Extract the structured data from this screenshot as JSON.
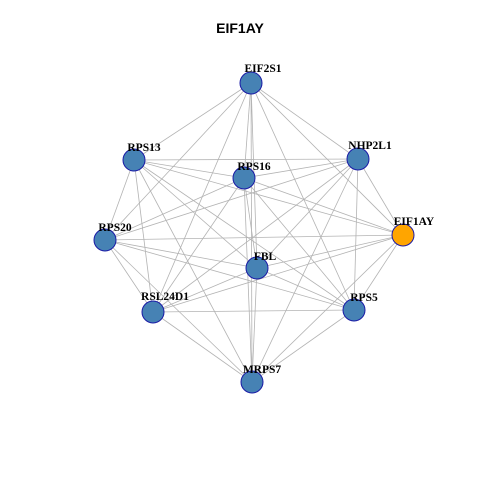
{
  "title": "EIF1AY",
  "colors": {
    "node_default": "#4682b4",
    "node_highlight": "#ffa500",
    "node_border": "#1a1aa6",
    "edge": "#b3b3b3"
  },
  "nodes": [
    {
      "id": "EIF2S1",
      "label": "EIF2S1",
      "highlight": false
    },
    {
      "id": "NHP2L1",
      "label": "NHP2L1",
      "highlight": false
    },
    {
      "id": "EIF1AY",
      "label": "EIF1AY",
      "highlight": true
    },
    {
      "id": "RPS5",
      "label": "RPS5",
      "highlight": false
    },
    {
      "id": "MRPS7",
      "label": "MRPS7",
      "highlight": false
    },
    {
      "id": "RSL24D1",
      "label": "RSL24D1",
      "highlight": false
    },
    {
      "id": "RPS20",
      "label": "RPS20",
      "highlight": false
    },
    {
      "id": "RPS13",
      "label": "RPS13",
      "highlight": false
    },
    {
      "id": "RPS16",
      "label": "RPS16",
      "highlight": false
    },
    {
      "id": "FBL",
      "label": "FBL",
      "highlight": false
    }
  ],
  "edges": [
    [
      "EIF2S1",
      "NHP2L1"
    ],
    [
      "EIF2S1",
      "EIF1AY"
    ],
    [
      "EIF2S1",
      "RPS5"
    ],
    [
      "EIF2S1",
      "MRPS7"
    ],
    [
      "EIF2S1",
      "RSL24D1"
    ],
    [
      "EIF2S1",
      "RPS20"
    ],
    [
      "EIF2S1",
      "RPS13"
    ],
    [
      "EIF2S1",
      "RPS16"
    ],
    [
      "EIF2S1",
      "FBL"
    ],
    [
      "NHP2L1",
      "EIF1AY"
    ],
    [
      "NHP2L1",
      "RPS5"
    ],
    [
      "NHP2L1",
      "MRPS7"
    ],
    [
      "NHP2L1",
      "RSL24D1"
    ],
    [
      "NHP2L1",
      "RPS20"
    ],
    [
      "NHP2L1",
      "RPS13"
    ],
    [
      "NHP2L1",
      "RPS16"
    ],
    [
      "NHP2L1",
      "FBL"
    ],
    [
      "EIF1AY",
      "RPS5"
    ],
    [
      "EIF1AY",
      "MRPS7"
    ],
    [
      "EIF1AY",
      "RSL24D1"
    ],
    [
      "EIF1AY",
      "RPS20"
    ],
    [
      "EIF1AY",
      "RPS13"
    ],
    [
      "EIF1AY",
      "RPS16"
    ],
    [
      "EIF1AY",
      "FBL"
    ],
    [
      "RPS5",
      "MRPS7"
    ],
    [
      "RPS5",
      "RSL24D1"
    ],
    [
      "RPS5",
      "RPS20"
    ],
    [
      "RPS5",
      "RPS13"
    ],
    [
      "RPS5",
      "RPS16"
    ],
    [
      "RPS5",
      "FBL"
    ],
    [
      "MRPS7",
      "RSL24D1"
    ],
    [
      "MRPS7",
      "RPS20"
    ],
    [
      "MRPS7",
      "RPS13"
    ],
    [
      "MRPS7",
      "RPS16"
    ],
    [
      "MRPS7",
      "FBL"
    ],
    [
      "RSL24D1",
      "RPS20"
    ],
    [
      "RSL24D1",
      "RPS13"
    ],
    [
      "RSL24D1",
      "RPS16"
    ],
    [
      "RSL24D1",
      "FBL"
    ],
    [
      "RPS20",
      "RPS13"
    ],
    [
      "RPS20",
      "RPS16"
    ],
    [
      "RPS20",
      "FBL"
    ],
    [
      "RPS13",
      "RPS16"
    ],
    [
      "RPS13",
      "FBL"
    ],
    [
      "RPS16",
      "FBL"
    ]
  ]
}
